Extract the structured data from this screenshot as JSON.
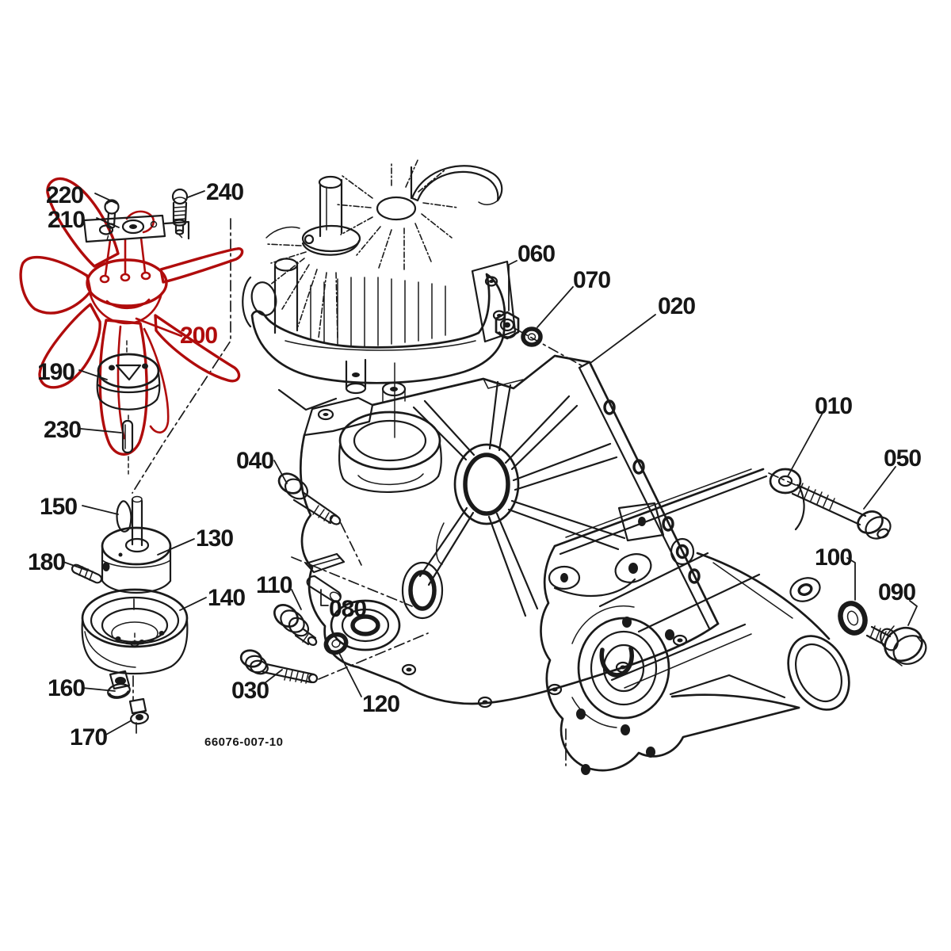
{
  "diagram": {
    "kind": "exploded-parts-diagram",
    "drawing_number": "66076-007-10",
    "highlighted_callout": "200",
    "colors": {
      "line": "#1a1a1a",
      "highlight": "#b00c0c",
      "background": "#ffffff"
    },
    "callouts": [
      "010",
      "020",
      "030",
      "040",
      "050",
      "060",
      "070",
      "080",
      "090",
      "100",
      "110",
      "120",
      "130",
      "140",
      "150",
      "160",
      "170",
      "180",
      "190",
      "200",
      "210",
      "220",
      "230",
      "240"
    ]
  }
}
